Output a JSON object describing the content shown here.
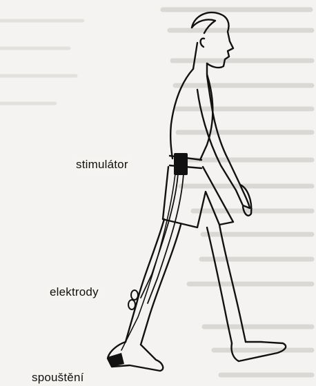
{
  "labels": {
    "stimulator": "stimulátor",
    "electrodes": "elektrody",
    "trigger": "spouštění"
  },
  "colors": {
    "ink": "#111111",
    "background": "#f4f3f1",
    "bleed_text": "#b9b7b3"
  }
}
